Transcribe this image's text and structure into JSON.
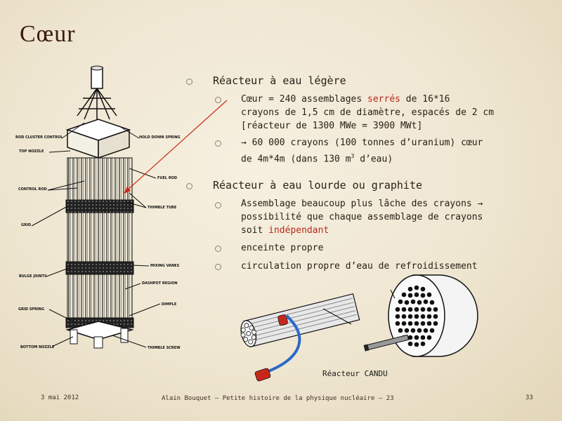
{
  "slide": {
    "title": "Cœur",
    "bullets": [
      {
        "text": "Réacteur à eau légère",
        "sub": [
          {
            "line1_pre": "Cœur = 240 assemblages ",
            "line1_red": "serrés",
            "line1_post": " de 16*16",
            "line2": "crayons de 1,5 cm de diamètre, espacés de 2 cm",
            "line3": "[réacteur de 1300 MWe = 3900 MWt]"
          },
          {
            "line1": "→ 60 000 crayons (100 tonnes d’uranium) cœur",
            "line2_pre": "de 4m*4m (dans 130 m",
            "line2_sup": "3",
            "line2_post": " d’eau)"
          }
        ]
      },
      {
        "text": "Réacteur à eau lourde ou graphite",
        "sub": [
          {
            "line1": "Assemblage beaucoup plus lâche des crayons →",
            "line2": "possibilité que chaque assemblage de crayons",
            "line3_pre": "soit ",
            "line3_red": "indépendant"
          },
          {
            "line1": "enceinte propre"
          },
          {
            "line1": "circulation propre d’eau de refroidissement"
          }
        ]
      }
    ],
    "figure_labels": {
      "rod_cluster_control": "ROD CLUSTER CONTROL",
      "top_nozzle": "TOP NOZZLE",
      "control_rod": "CONTROL ROD",
      "grid": "GRID",
      "bulge_joints": "BULGE JOINTS",
      "grid_spring": "GRID SPRING",
      "bottom_nozzle": "BOTTOM NOZZLE",
      "hold_down_spring": "HOLD DOWN SPRING",
      "fuel_rod": "FUEL ROD",
      "thimble_tube": "THIMBLE TUBE",
      "mixing_vanes": "MIXING VANES",
      "dashpot_region": "DASHPOT REGION",
      "dimple": "DIMPLE",
      "thimble_screw": "THIMBLE SCREW"
    },
    "candu_label": "Réacteur CANDU",
    "footer": {
      "date": "3 mai 2012",
      "center": "Alain Bouquet — Petite histoire de la physique nucléaire — 23",
      "page": "33"
    },
    "colors": {
      "title": "#3a1a12",
      "accent_red": "#b8281c",
      "arrow": "#cc2a1a",
      "blue_tube": "#2a6ac8"
    }
  }
}
